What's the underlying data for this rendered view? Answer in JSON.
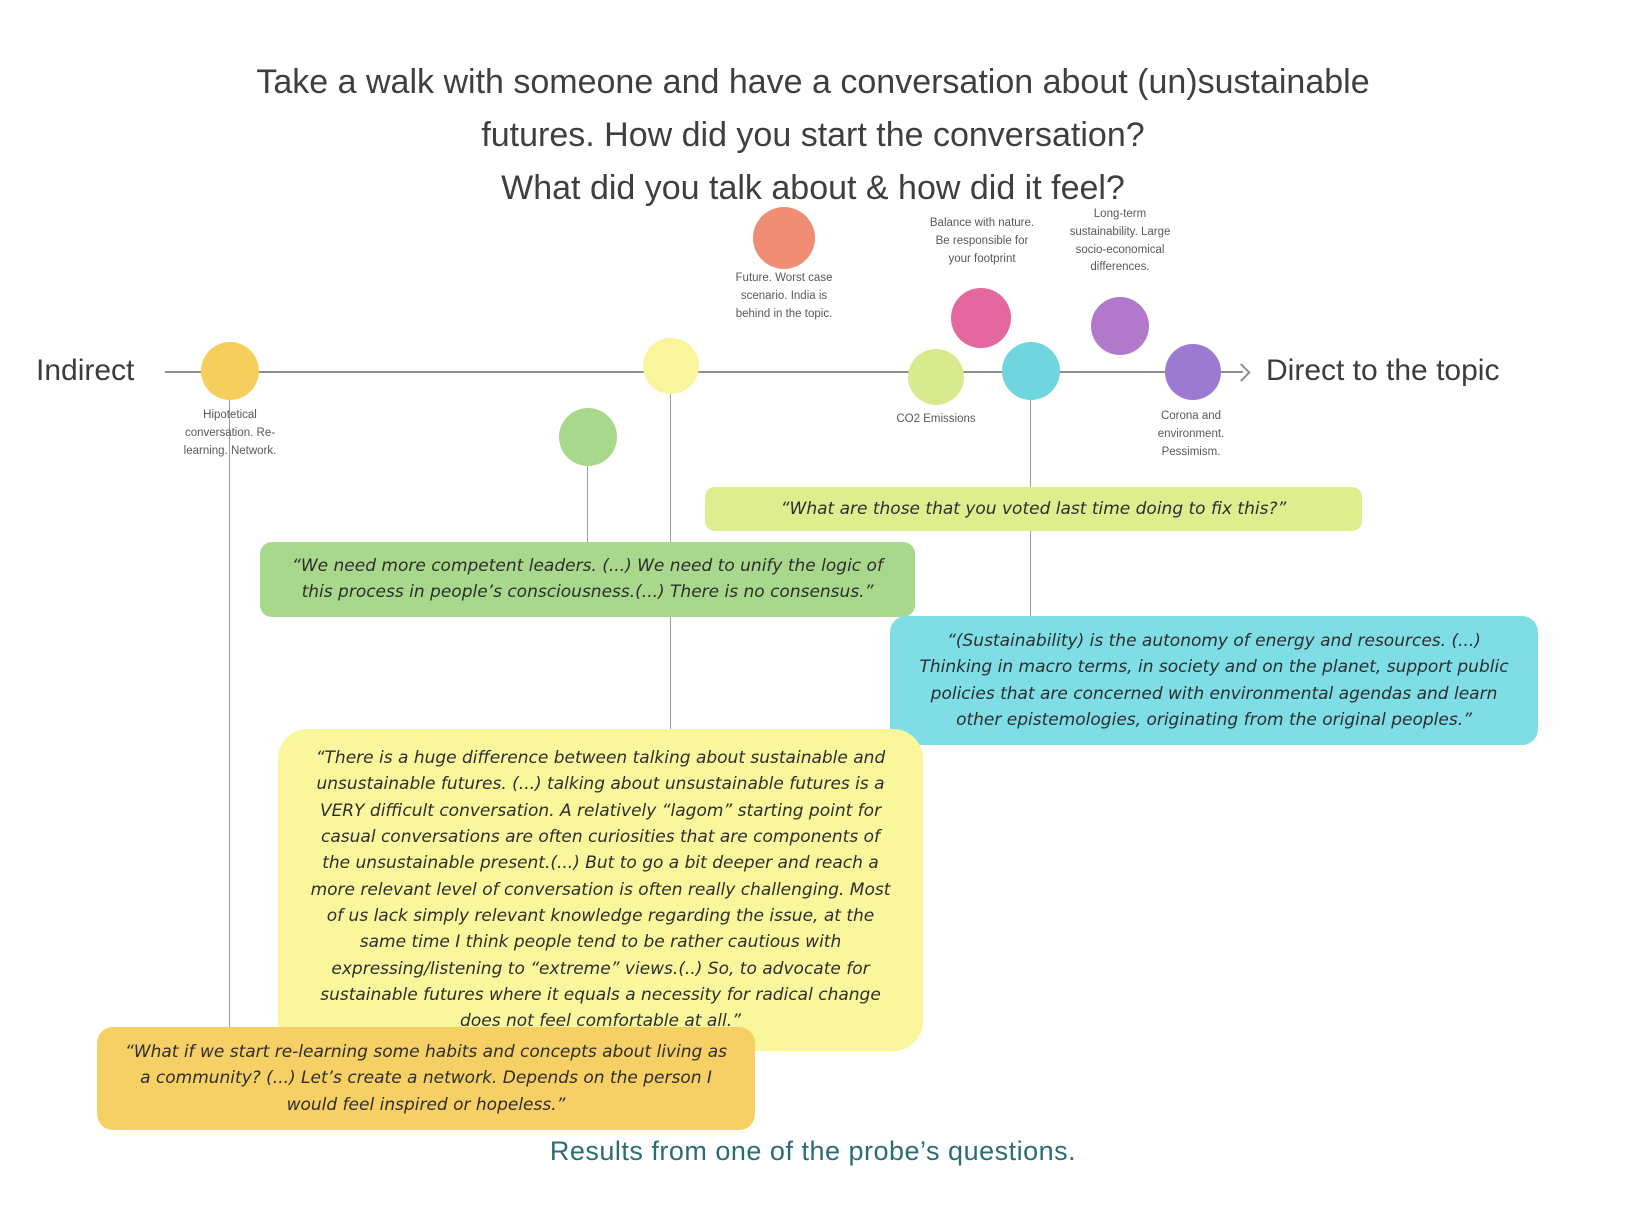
{
  "title": {
    "line1": "Take a walk with someone and have a conversation about (un)sustainable",
    "line2": "futures. How did you start the conversation?",
    "line3": "What did you talk about & how did it feel?"
  },
  "axis": {
    "left_label": "Indirect",
    "right_label": "Direct to the topic",
    "line_color": "#8f8f8f"
  },
  "nodes": [
    {
      "id": "hypothetical-conversation",
      "color": "#f6ce5e",
      "label": "Hipotetical conversation. Re-learning. Network."
    },
    {
      "id": "competent-leaders",
      "color": "#a7d88b",
      "label": ""
    },
    {
      "id": "lagom-starting-point",
      "color": "#f8f59c",
      "label": ""
    },
    {
      "id": "worst-case-scenario",
      "color": "#ef8e75",
      "label": "Future. Worst case scenario. India is behind in the topic."
    },
    {
      "id": "co2-emissions",
      "color": "#d8e98e",
      "label": "CO2 Emissions"
    },
    {
      "id": "balance-with-nature",
      "color": "#e5679f",
      "label": "Balance with nature. Be responsible for your footprint"
    },
    {
      "id": "sustainability-autonomy",
      "color": "#6fd5df",
      "label": ""
    },
    {
      "id": "long-term-sustainability",
      "color": "#b178cb",
      "label": "Long-term sustainability. Large socio-economical differences."
    },
    {
      "id": "corona-environment",
      "color": "#9c7ad1",
      "label": "Corona and environment. Pessimism."
    }
  ],
  "quotes": [
    {
      "id": "voted-quote",
      "color": "#deee8e",
      "text": "“What are those that you voted last time doing to fix this?”"
    },
    {
      "id": "leaders-quote",
      "color": "#a7d88b",
      "text": "“We need more competent leaders. (...) We need to unify the logic of this process in people’s consciousness.(...) There is no consensus.”"
    },
    {
      "id": "autonomy-quote",
      "color": "#7edde5",
      "text": "“(Sustainability) is the autonomy of energy and resources. (...) Thinking in macro terms, in society and on the planet, support public policies that are concerned with environmental agendas and learn other epistemologies, originating from the original peoples.”"
    },
    {
      "id": "difficult-conversation-quote",
      "color": "#faf69c",
      "text": "“There is a huge difference between talking about sustainable and unsustainable futures. (...) talking about unsustainable futures is a VERY difficult conversation. A relatively “lagom” starting point for casual conversations are often curiosities that are components of the unsustainable present.(...) But to go a bit deeper and reach a more relevant level of conversation is often really challenging. Most of us lack simply relevant knowledge regarding the issue, at the same time I think people tend to be rather cautious with expressing/listening to “extreme” views.(..) So, to advocate for sustainable futures where it equals a necessity for radical change does not feel comfortable at all.”"
    },
    {
      "id": "relearning-quote",
      "color": "#f6d064",
      "text": "“What if we start re-learning some habits and concepts about living as a community? (...) Let’s create a network. Depends on the person I would feel inspired or hopeless.”"
    }
  ],
  "caption": {
    "text": "Results from one of the probe’s questions.",
    "color": "#2a6d72"
  }
}
